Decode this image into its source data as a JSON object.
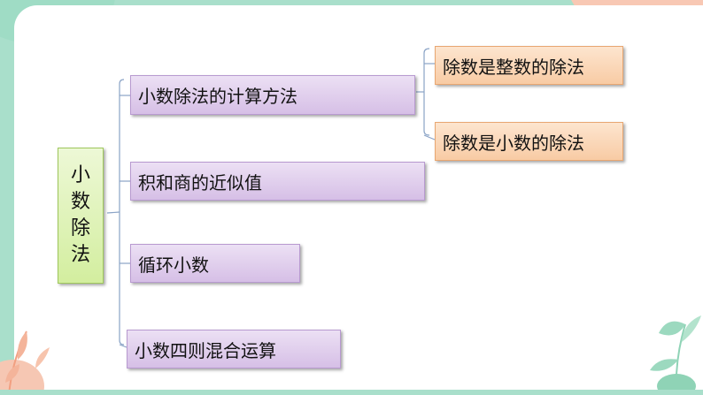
{
  "diagram": {
    "root_chars": [
      "小",
      "数",
      "除",
      "法"
    ],
    "branches": [
      {
        "label": "小数除法的计算方法"
      },
      {
        "label": "积和商的近似值"
      },
      {
        "label": "循环小数"
      },
      {
        "label": "小数四则混合运算"
      }
    ],
    "sub_branches": [
      {
        "label": "除数是整数的除法"
      },
      {
        "label": "除数是小数的除法"
      }
    ]
  },
  "colors": {
    "background_green": "#a9dfcb",
    "root_fill": "#d3ee9f",
    "branch_fill": "#d6bfe6",
    "sub_fill": "#f8cba4",
    "connector": "#8aa3c6"
  }
}
